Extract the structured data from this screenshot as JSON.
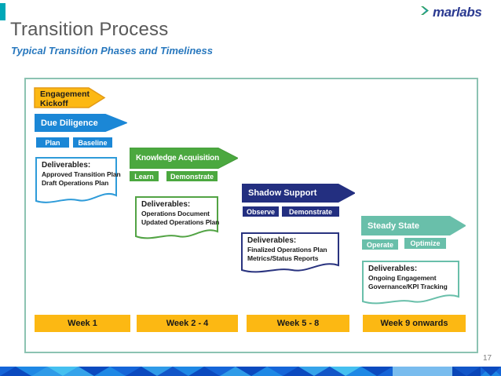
{
  "slide": {
    "title": "Transition Process",
    "subtitle": "Typical Transition Phases and Timeliness",
    "page_number": "17",
    "logo": "marlabs"
  },
  "kickoff": {
    "line1": "Engagement",
    "line2": "Kickoff",
    "color": "#FCB813"
  },
  "deliverables_heading": "Deliverables:",
  "phases": [
    {
      "label": "Due Diligence",
      "color": "#1B87D6",
      "steps": [
        "Plan",
        "Baseline"
      ],
      "deliverables": [
        "Approved Transition Plan",
        "Draft Operations Plan"
      ],
      "week": "Week 1"
    },
    {
      "label": "Knowledge Acquisition",
      "color": "#4BA83F",
      "steps": [
        "Learn",
        "Demonstrate"
      ],
      "deliverables": [
        "Operations Document",
        "Updated Operations Plan"
      ],
      "week": "Week 2 - 4"
    },
    {
      "label": "Shadow Support",
      "color": "#232F80",
      "steps": [
        "Observe",
        "Demonstrate"
      ],
      "deliverables": [
        "Finalized Operations Plan",
        "Metrics/Status Reports"
      ],
      "week": "Week 5 - 8"
    },
    {
      "label": "Steady State",
      "color": "#69BFAA",
      "steps": [
        "Operate",
        "Optimize"
      ],
      "deliverables": [
        "Ongoing Engagement",
        "Governance/KPI Tracking"
      ],
      "week": "Week 9 onwards"
    }
  ],
  "colors": {
    "week_bar": "#FCB813",
    "content_frame_border": "#8CC3B2",
    "title_gray": "#595959",
    "subtitle_blue": "#2878BE",
    "logo_navy": "#2B3A91",
    "corner_accent_teal": "#00A7B7",
    "footer_band_palette": [
      "#1565D8",
      "#0B4ABF",
      "#2F9BE8",
      "#45C0F0",
      "#1E88E5",
      "#79BCEE",
      "#0A46B8"
    ]
  }
}
